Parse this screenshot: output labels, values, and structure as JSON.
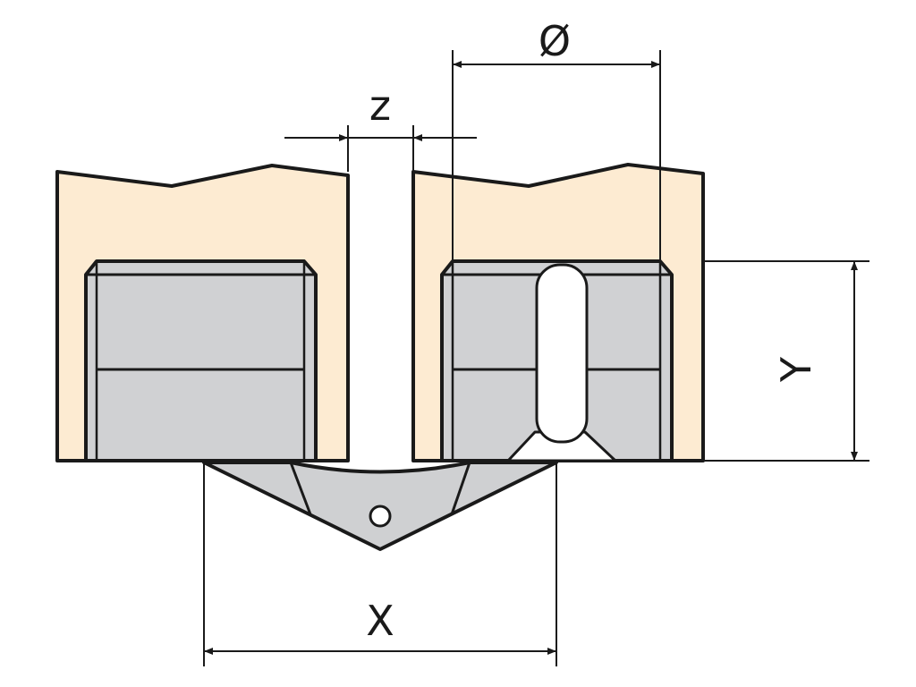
{
  "dimensions": {
    "diameter_label": "Ø",
    "gap_label": "z",
    "width_label": "X",
    "depth_label": "Y"
  },
  "colors": {
    "wood": "#fdebd2",
    "metal": "#d0d1d3",
    "connector": "#cfd0d2",
    "line": "#1a1a1a",
    "background": "#ffffff"
  }
}
